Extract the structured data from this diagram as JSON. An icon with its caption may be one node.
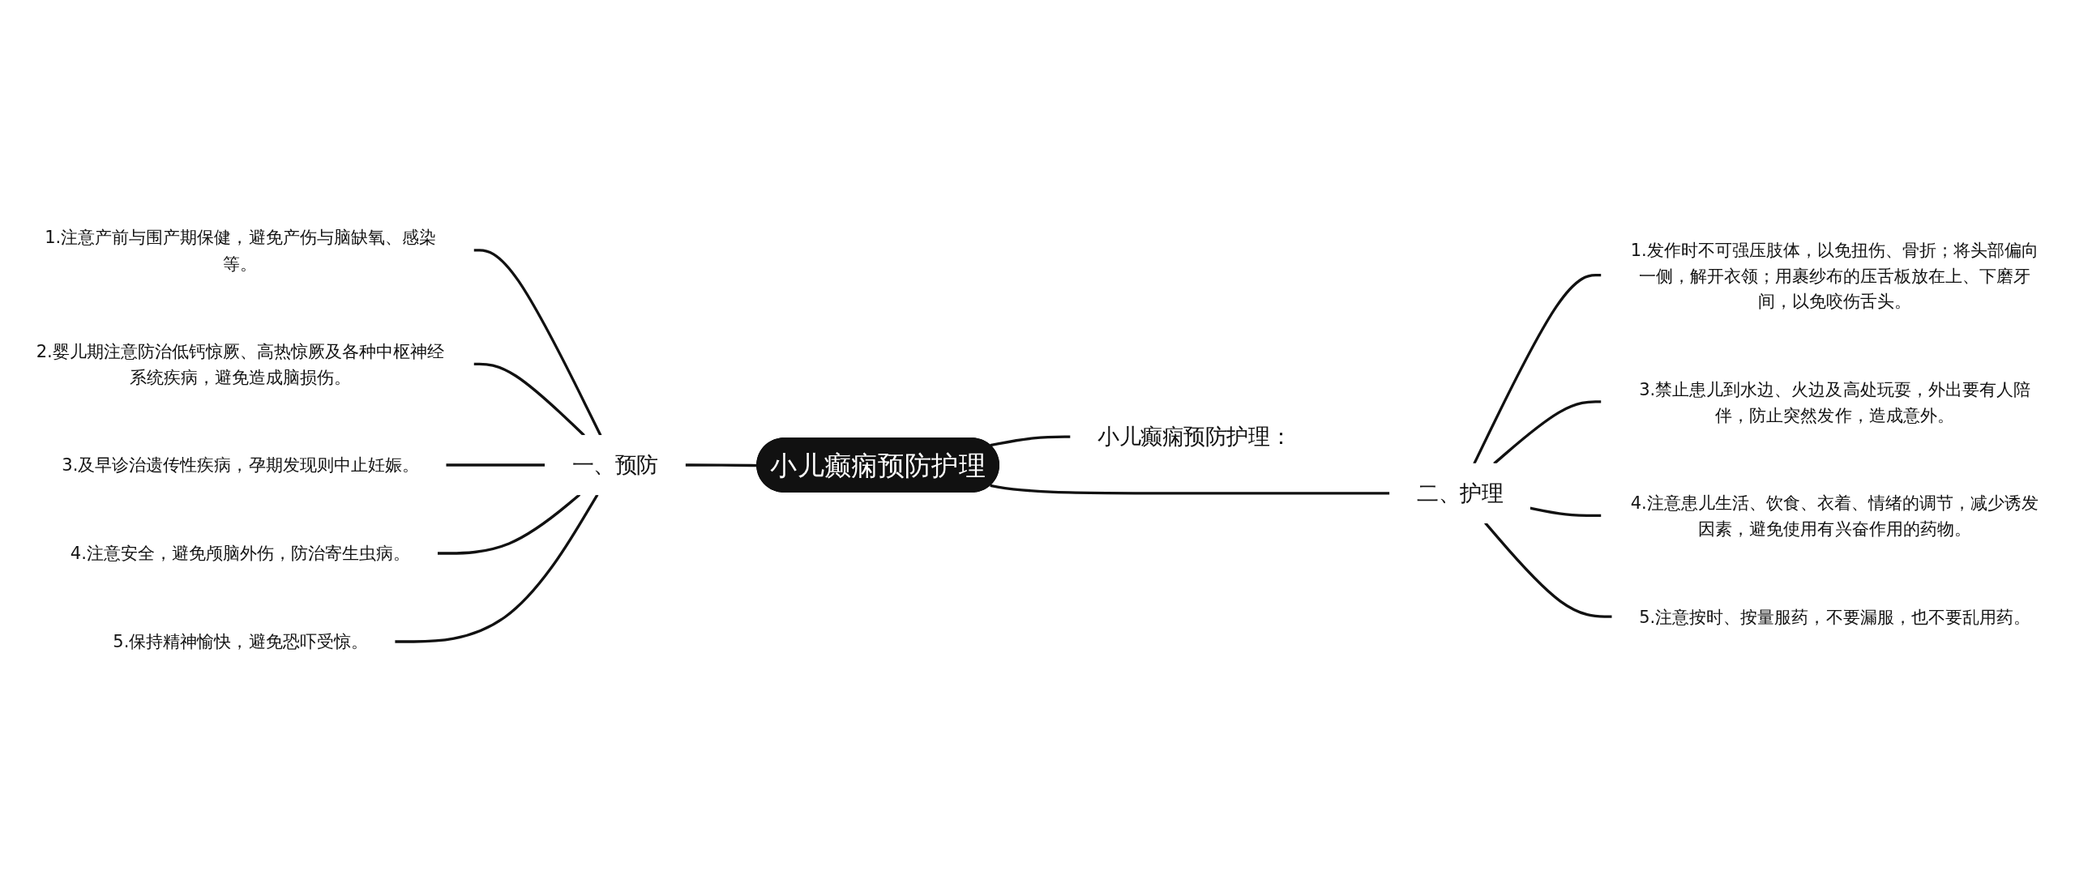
{
  "diagram": {
    "nodes": [
      {
        "text": [
          "小儿癫痫预防护理"
        ]
      },
      {
        "text": [
          "小儿癫痫预防护理："
        ]
      },
      {
        "text": [
          "一、预防"
        ]
      },
      {
        "text": [
          "1.注意产前与围产期保健，避免产伤与脑缺氧、感染等。"
        ]
      },
      {
        "text": [
          "2.婴儿期注意防治低钙惊厥、高热惊厥及各种中枢神经系统疾病，避免造成脑损伤。"
        ]
      },
      {
        "text": [
          "3.及早诊治遗传性疾病，孕期发现则中止妊娠。"
        ]
      },
      {
        "text": [
          "4.注意安全，避免颅脑外伤，防治寄生虫病。"
        ]
      },
      {
        "text": [
          "5.保持精神愉快，避免恐吓受惊。"
        ]
      },
      {
        "text": [
          "二、护理"
        ]
      },
      {
        "text": [
          "1.发作时不可强压肢体，以免扭伤、骨折；将头部偏向一侧，解开衣领；用裹纱布的压舌板放在上、下磨牙间，以免咬伤舌头。"
        ]
      },
      {
        "text": [
          "3.禁止患儿到水边、火边及高处玩耍，外出要有人陪伴，防止突然发作，造成意外。"
        ]
      },
      {
        "text": [
          "4.注意患儿生活、饮食、衣着、情绪的调节，减少诱发因素，避免使用有兴奋作用的药物。"
        ]
      },
      {
        "text": [
          "5.注意按时、按量服药，不要漏服，也不要乱用药。"
        ]
      }
    ],
    "edges": [
      {
        "from": 0,
        "to": 1,
        "arrow": "none"
      },
      {
        "from": 0,
        "to": 2,
        "arrow": "none"
      },
      {
        "from": 0,
        "to": 8,
        "arrow": "none"
      },
      {
        "from": 2,
        "to": 3,
        "arrow": "none"
      },
      {
        "from": 2,
        "to": 4,
        "arrow": "none"
      },
      {
        "from": 2,
        "to": 5,
        "arrow": "none"
      },
      {
        "from": 2,
        "to": 6,
        "arrow": "none"
      },
      {
        "from": 2,
        "to": 7,
        "arrow": "none"
      },
      {
        "from": 8,
        "to": 9,
        "arrow": "none"
      },
      {
        "from": 8,
        "to": 10,
        "arrow": "none"
      },
      {
        "from": 8,
        "to": 11,
        "arrow": "none"
      },
      {
        "from": 8,
        "to": 12,
        "arrow": "none"
      }
    ]
  }
}
